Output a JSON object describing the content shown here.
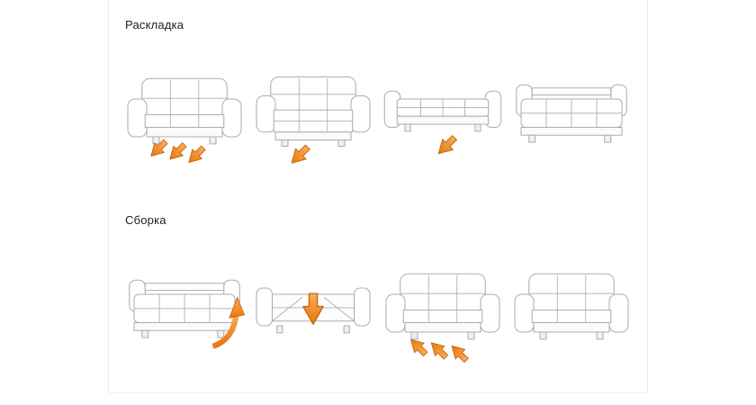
{
  "page": {
    "background": "#ffffff",
    "frame_border": "#ececec"
  },
  "colors": {
    "line_art": "#a9aeb4",
    "arrow_fill_top": "#f9ab57",
    "arrow_fill_bottom": "#e8770e",
    "arrow_outline": "#c06708"
  },
  "sections": [
    {
      "id": "unfold",
      "title": "Раскладка",
      "steps": [
        {
          "name": "unfold-step-1",
          "illustration": "sofa-assembled-with-pull-out-arrows"
        },
        {
          "name": "unfold-step-2",
          "illustration": "sofa-seat-extended-arrow-out"
        },
        {
          "name": "unfold-step-3",
          "illustration": "sofa-unfolding-flat-arrow-out"
        },
        {
          "name": "unfold-step-4",
          "illustration": "bed-fully-unfolded"
        }
      ]
    },
    {
      "id": "fold",
      "title": "Сборка",
      "steps": [
        {
          "name": "fold-step-1",
          "illustration": "bed-lift-edge-arrow-up"
        },
        {
          "name": "fold-step-2",
          "illustration": "open-frame-arrow-down"
        },
        {
          "name": "fold-step-3",
          "illustration": "sofa-push-in-arrows"
        },
        {
          "name": "fold-step-4",
          "illustration": "sofa-assembled"
        }
      ]
    }
  ]
}
